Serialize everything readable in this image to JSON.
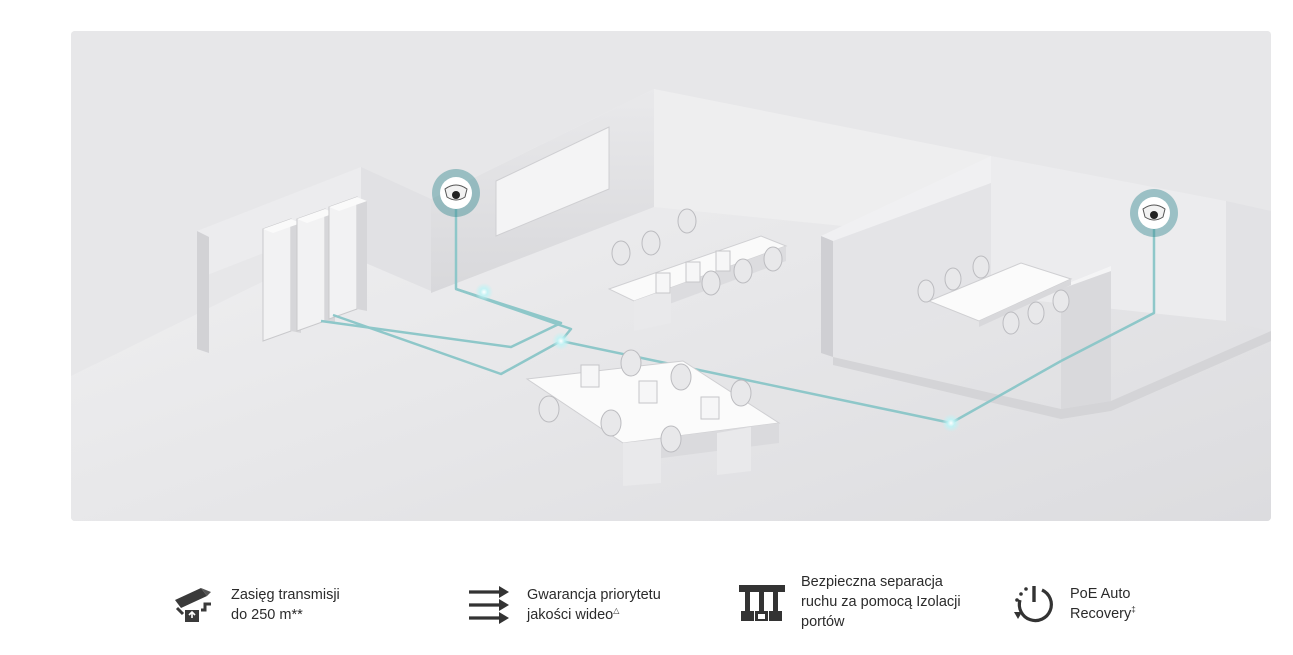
{
  "hero": {
    "image": "office-floorplan-poe-camera-illustration"
  },
  "features": [
    {
      "icon": "camera-range-icon",
      "line1": "Zasięg transmisji",
      "line2": "do 250 m**"
    },
    {
      "icon": "priority-arrows-icon",
      "line1": "Gwarancja priorytetu",
      "line2": "jakości wideo",
      "mark": "△"
    },
    {
      "icon": "port-isolation-icon",
      "line1": "Bezpieczna separacja",
      "line2": "ruchu za pomocą Izolacji",
      "line3": "portów"
    },
    {
      "icon": "power-recovery-icon",
      "line1": "PoE Auto",
      "line2": "Recovery",
      "mark": "‡"
    }
  ],
  "colors": {
    "accent": "#3a8c92",
    "cable": "#8ec7c9",
    "text": "#2b2b2b",
    "icon": "#333333"
  }
}
